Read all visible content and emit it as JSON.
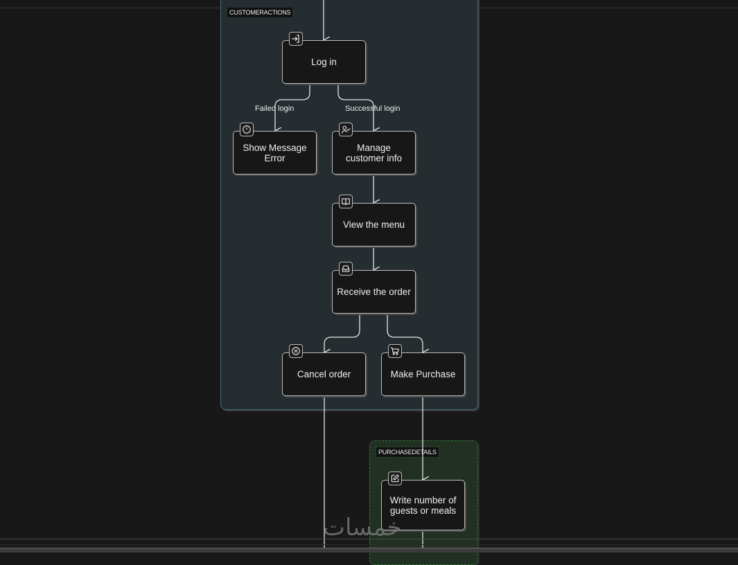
{
  "groups": {
    "customer_actions": {
      "label": "CUSTOMERACTIONS",
      "border_color": "#3f6a7a",
      "fill_color": "#252d31"
    },
    "purchase_details": {
      "label": "PURCHASEDETAILS",
      "border_color": "#2f7a34",
      "fill_color": "#223024"
    }
  },
  "nodes": {
    "log_in": {
      "label": "Log in",
      "icon": "login-icon"
    },
    "show_message_error": {
      "label": "Show Message Error",
      "icon": "alert-circle-icon"
    },
    "manage_customer_info": {
      "label": "Manage customer info",
      "icon": "user-check-icon"
    },
    "view_menu": {
      "label": "View the menu",
      "icon": "book-open-icon"
    },
    "receive_order": {
      "label": "Receive the order",
      "icon": "inbox-icon"
    },
    "cancel_order": {
      "label": "Cancel order",
      "icon": "x-circle-icon"
    },
    "make_purchase": {
      "label": "Make Purchase",
      "icon": "shopping-cart-icon"
    },
    "write_guests": {
      "label": "Write number of guests or meals",
      "icon": "edit-icon"
    }
  },
  "edges": {
    "failed_login": {
      "label": "Failed login"
    },
    "successful_login": {
      "label": "Successful login"
    }
  },
  "watermark": {
    "text": "خمسات"
  }
}
